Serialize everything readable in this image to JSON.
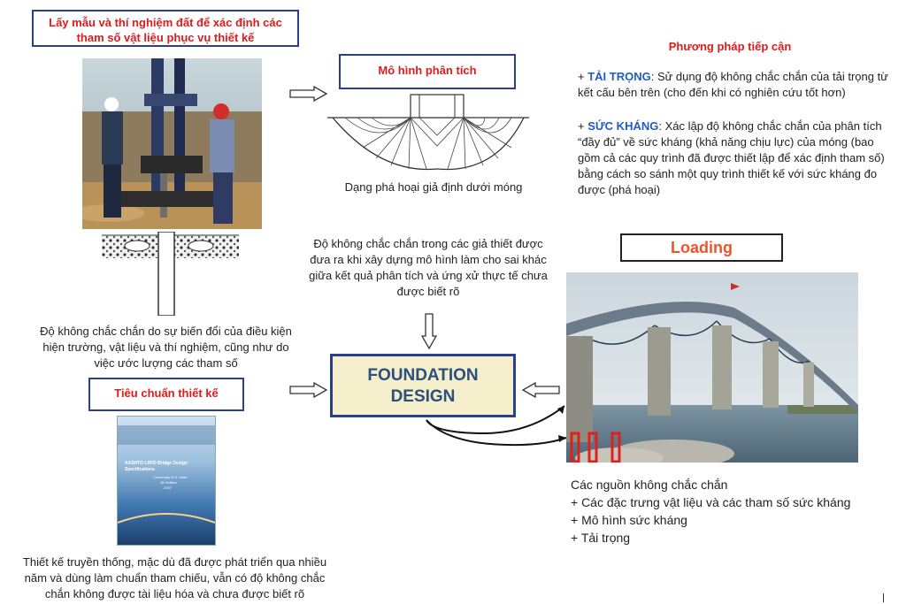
{
  "sampling": {
    "title": "Lấy mẫu và thí nghiệm đất để xác định các tham số vật liệu phục vụ thiết kế",
    "caption": "Độ không chắc chắn do sự biến đổi của điều kiện hiện trường, vật liệu và thí nghiệm, cũng như do việc ước lượng các tham số"
  },
  "analysis_model": {
    "title": "Mô hình phân tích",
    "caption": "Dạng phá hoại giả định dưới móng"
  },
  "assumptions": {
    "text": "Độ không chắc chắn trong các giả thiết được đưa ra khi xây dựng mô hình làm cho sai khác giữa kết quả phân tích và ứng xử thực tế chưa được biết rõ"
  },
  "approach": {
    "title": "Phương pháp tiếp cận",
    "load_prefix": "+ ",
    "load_keyword": "TẢI TRỌNG",
    "load_text": ": Sử dụng độ không chắc chắn của tải trọng từ kết cấu bên trên (cho đến khi có nghiên cứu tốt hơn)",
    "resist_prefix": "+ ",
    "resist_keyword": "SỨC KHÁNG",
    "resist_text": ": Xác lập độ không chắc chắn của phân tích “đầy đủ” về sức kháng (khả năng chịu lực) của móng (bao gồm cả các quy trình đã được thiết lập để xác định tham số) bằng cách so sánh một quy trình thiết kế với sức kháng đo được (phá hoại)"
  },
  "foundation": {
    "line1": "FOUNDATION",
    "line2": "DESIGN"
  },
  "design_standard": {
    "title": "Tiêu chuẩn thiết kế",
    "caption": "Thiết kế truyền thống, mặc dù đã được phát triển qua nhiều năm và dùng làm chuẩn tham chiếu, vẫn có độ không chắc chắn không được tài liệu hóa và chưa được biết rõ",
    "book_title": "AASHTO LRFD Bridge Design Specifications",
    "book_sub": "Customary U.S. Units",
    "book_edition": "4th Edition",
    "book_year": "2007"
  },
  "loading": {
    "label": "Loading"
  },
  "sources": {
    "title": "Các nguồn không chắc chắn",
    "items": [
      "+ Các đặc trưng vật liệu và các tham số sức kháng",
      "+ Mô hình sức kháng",
      "+ Tải trọng"
    ]
  }
}
